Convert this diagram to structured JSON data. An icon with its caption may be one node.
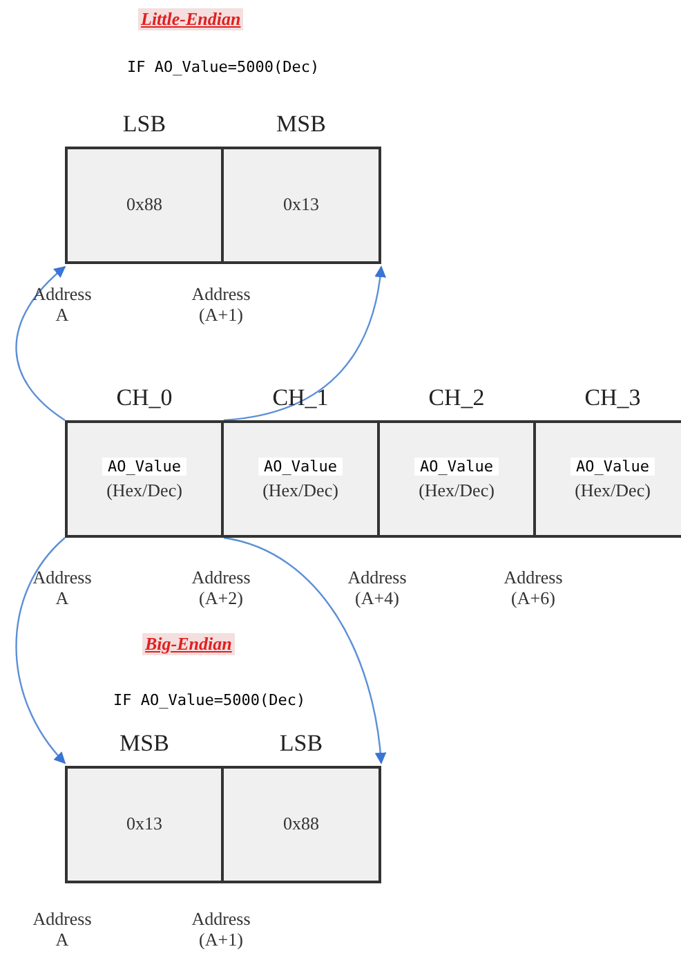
{
  "diagram": {
    "nodes": [
      {
        "text": [
          "LSB",
          "0x88"
        ]
      },
      {
        "text": [
          "MSB",
          "0x13"
        ]
      },
      {
        "text": [
          "CH_0",
          "AO_Value",
          "(Hex/Dec)"
        ]
      },
      {
        "text": [
          "CH_1",
          "AO_Value",
          "(Hex/Dec)"
        ]
      },
      {
        "text": [
          "CH_2",
          "AO_Value",
          "(Hex/Dec)"
        ]
      },
      {
        "text": [
          "CH_3",
          "AO_Value",
          "(Hex/Dec)"
        ]
      },
      {
        "text": [
          "MSB",
          "0x13"
        ]
      },
      {
        "text": [
          "LSB",
          "0x88"
        ]
      }
    ],
    "edges": [
      {
        "from": 2,
        "to": 0,
        "arrow": "to"
      },
      {
        "from": 2,
        "to": 1,
        "arrow": "to"
      },
      {
        "from": 2,
        "to": 6,
        "arrow": "to"
      },
      {
        "from": 2,
        "to": 7,
        "arrow": "to"
      }
    ],
    "labels": [
      "Little-Endian",
      "IF AO_Value=5000(Dec)",
      "Address A",
      "Address (A+1)",
      "Address A",
      "Address (A+2)",
      "Address (A+4)",
      "Address (A+6)",
      "Big-Endian",
      "IF AO_Value=5000(Dec)",
      "Address A",
      "Address (A+1)"
    ]
  }
}
